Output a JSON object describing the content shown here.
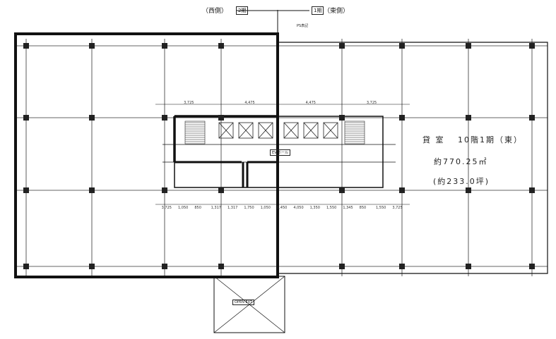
{
  "orientation": {
    "west_label": "（西側）",
    "west_phase": "2期",
    "east_phase": "1期",
    "east_label": "（東側）",
    "ps_label": "PS表記"
  },
  "rental_info": {
    "title": "貸 室　 10階1期（東）",
    "area_m2": "約770.25㎡",
    "area_tsubo": "(約233.0坪)"
  },
  "core": {
    "ev_hall": "EV ホール",
    "top_dims": [
      "3,725",
      "4,475",
      "4,475",
      "3,725"
    ],
    "bottom_dims": [
      "3,725",
      "1,050",
      "850",
      "1,317",
      "1,317",
      "1,750",
      "1,050",
      "1,450",
      "4,050",
      "1,350",
      "1,550",
      "1,345",
      "850",
      "1,550",
      "3,725"
    ]
  },
  "terrace_label": "OPEN EXT"
}
